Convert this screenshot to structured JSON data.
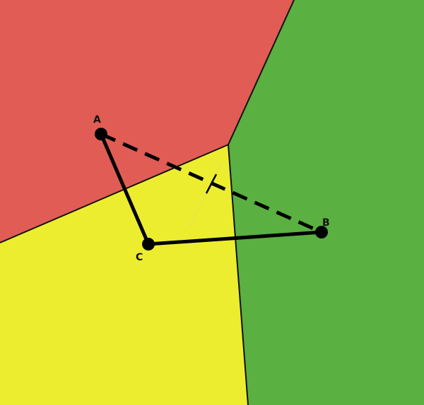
{
  "colors": {
    "region_a": "#e05c55",
    "region_b": "#5ab040",
    "region_c": "#eded30",
    "border": "#111111",
    "edge": "#000000",
    "point": "#000000"
  },
  "points": [
    {
      "id": "A",
      "label": "A"
    },
    {
      "id": "B",
      "label": "B"
    },
    {
      "id": "C",
      "label": "C"
    }
  ],
  "edges": [
    {
      "from": "A",
      "to": "C",
      "style": "solid"
    },
    {
      "from": "C",
      "to": "B",
      "style": "solid"
    },
    {
      "from": "A",
      "to": "B",
      "style": "dashed"
    }
  ]
}
